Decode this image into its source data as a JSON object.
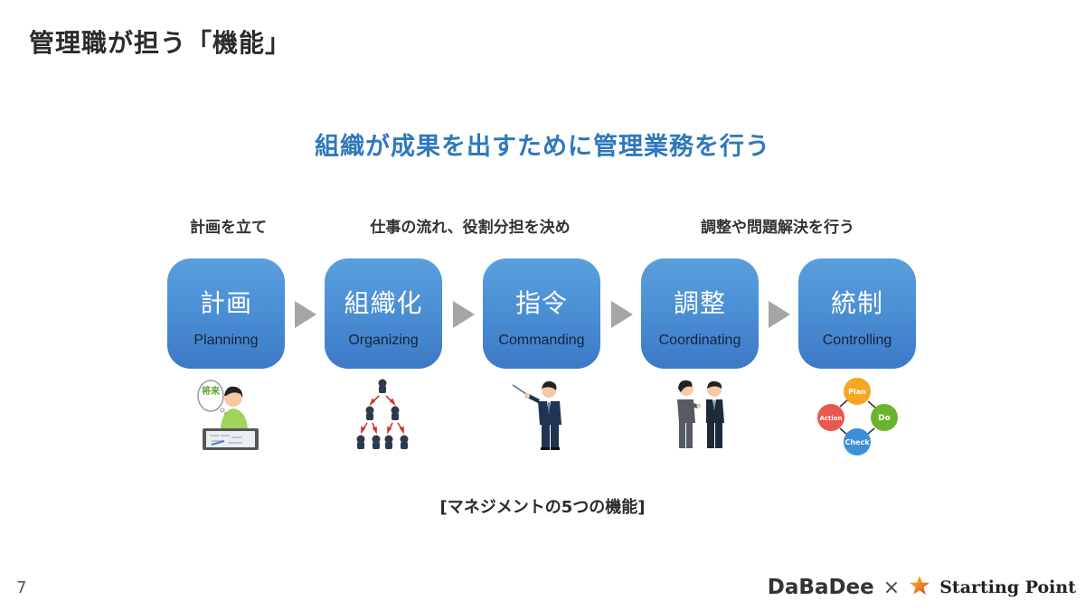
{
  "page": {
    "title": "管理職が担う「機能」",
    "subtitle": "組織が成果を出すために管理業務を行う",
    "page_number": "7",
    "figure_caption": "[マネジメントの5つの機能]"
  },
  "captions": [
    "計画を立て",
    "仕事の流れ、役割分担を決め",
    "調整や問題解決を行う"
  ],
  "functions": [
    {
      "jp": "計画",
      "en": "Planninng",
      "illustration": "person-planning-icon",
      "bubble_text": "将来"
    },
    {
      "jp": "組織化",
      "en": "Organizing",
      "illustration": "org-chart-icon"
    },
    {
      "jp": "指令",
      "en": "Commanding",
      "illustration": "person-pointing-icon"
    },
    {
      "jp": "調整",
      "en": "Coordinating",
      "illustration": "people-talking-icon"
    },
    {
      "jp": "統制",
      "en": "Controlling",
      "illustration": "pdca-cycle-icon"
    }
  ],
  "pdca": {
    "plan": "Plan",
    "do": "Do",
    "check": "Check",
    "action": "Action",
    "colors": {
      "plan": "#f5a623",
      "do": "#6ab42d",
      "check": "#3d8fd6",
      "action": "#e8584f"
    }
  },
  "footer": {
    "brand_left": "DaBaDee",
    "separator": "×",
    "brand_right": "Starting Point"
  },
  "colors": {
    "accent": "#2f78bd",
    "box_top": "#5a9fdc",
    "box_bottom": "#3d79c6",
    "arrow": "#a5a5a5"
  }
}
